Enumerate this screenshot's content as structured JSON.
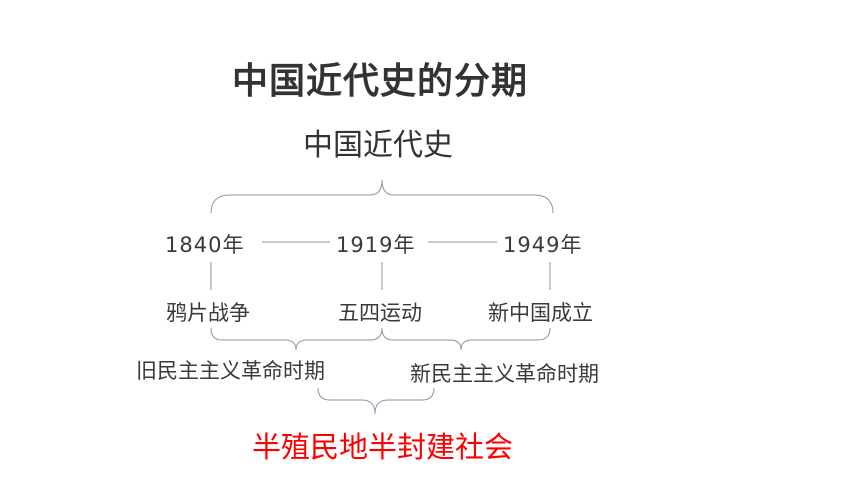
{
  "title": "中国近代史的分期",
  "subtitle": "中国近代史",
  "years": [
    "1840年",
    "1919年",
    "1949年"
  ],
  "events": [
    "鸦片战争",
    "五四运动",
    "新中国成立"
  ],
  "periods": [
    "旧民主主义革命时期",
    "新民主主义革命时期"
  ],
  "society": "半殖民地半封建社会",
  "colors": {
    "text": "#333333",
    "lines": "#8a96a8",
    "accent": "#ff0000"
  }
}
